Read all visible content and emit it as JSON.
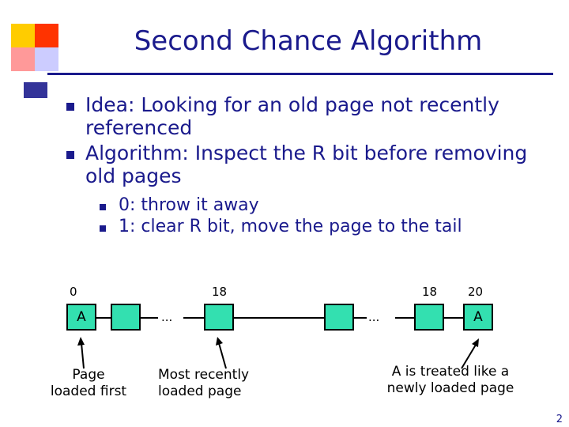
{
  "slide": {
    "title": "Second Chance Algorithm",
    "page_number": "2",
    "bullets": [
      {
        "text": "Idea: Looking for an old page not recently referenced"
      },
      {
        "text": "Algorithm: Inspect the R bit before removing old pages"
      }
    ],
    "sub_bullets": [
      {
        "text": "0: throw it away"
      },
      {
        "text": "1: clear R bit, move the page to the tail"
      }
    ],
    "diagram": {
      "nodes": [
        {
          "id": "node-a-head",
          "label": "A",
          "time": "0"
        },
        {
          "id": "node-2",
          "label": "",
          "time": ""
        },
        {
          "id": "node-3",
          "label": "",
          "time": "18"
        },
        {
          "id": "node-4",
          "label": "",
          "time": ""
        },
        {
          "id": "node-5",
          "label": "",
          "time": "18"
        },
        {
          "id": "node-a-tail",
          "label": "A",
          "time": "20"
        }
      ],
      "ellipsis_left": "...",
      "ellipsis_right": "...",
      "captions": [
        {
          "id": "caption-page-loaded-first",
          "text": "Page\nloaded first"
        },
        {
          "id": "caption-most-recently-loaded",
          "text": "Most recently\nloaded page"
        },
        {
          "id": "caption-a-treated",
          "text": "A is treated like a\nnewly loaded page"
        }
      ]
    },
    "colors": {
      "title": "#1a1a8c",
      "node_fill": "#33e0b0",
      "deco_yellow": "#ffcc00",
      "deco_red": "#ff3300",
      "deco_pink": "#ff9999",
      "deco_lavender": "#ccccff",
      "deco_navy": "#333399"
    }
  }
}
